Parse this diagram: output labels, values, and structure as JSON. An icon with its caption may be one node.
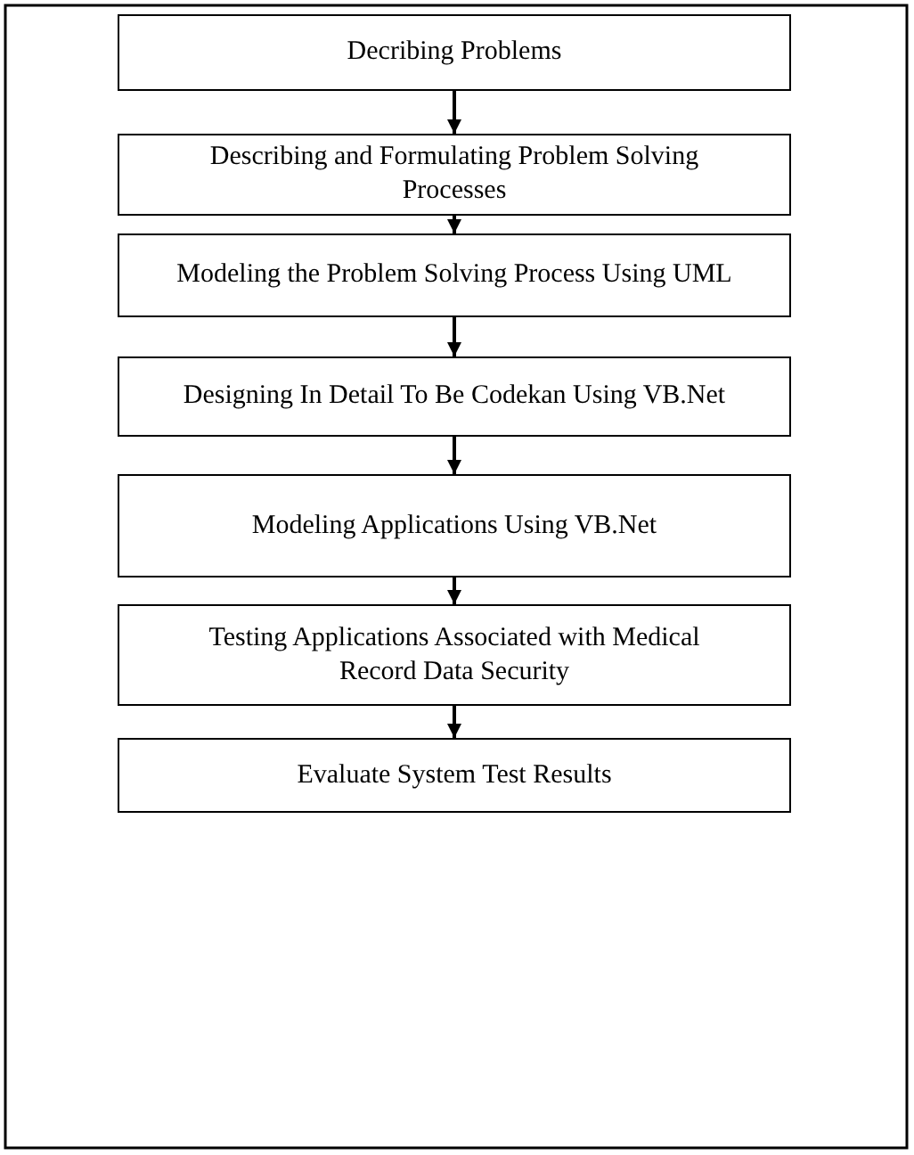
{
  "diagram": {
    "nodes": [
      {
        "text": [
          "Decribing Problems"
        ]
      },
      {
        "text": [
          "Describing and Formulating Problem Solving Processes"
        ]
      },
      {
        "text": [
          "Modeling the Problem Solving Process Using UML"
        ]
      },
      {
        "text": [
          "Designing In Detail To Be Codekan Using VB.Net"
        ]
      },
      {
        "text": [
          "Modeling Applications Using VB.Net"
        ]
      },
      {
        "text": [
          "Testing Applications Associated with Medical Record Data Security"
        ]
      },
      {
        "text": [
          "Evaluate System Test Results"
        ]
      }
    ],
    "edges": [
      {
        "from": 0,
        "to": 1,
        "arrow": "to"
      },
      {
        "from": 1,
        "to": 2,
        "arrow": "to"
      },
      {
        "from": 2,
        "to": 3,
        "arrow": "to"
      },
      {
        "from": 3,
        "to": 4,
        "arrow": "to"
      },
      {
        "from": 4,
        "to": 5,
        "arrow": "to"
      },
      {
        "from": 5,
        "to": 6,
        "arrow": "to"
      }
    ]
  }
}
